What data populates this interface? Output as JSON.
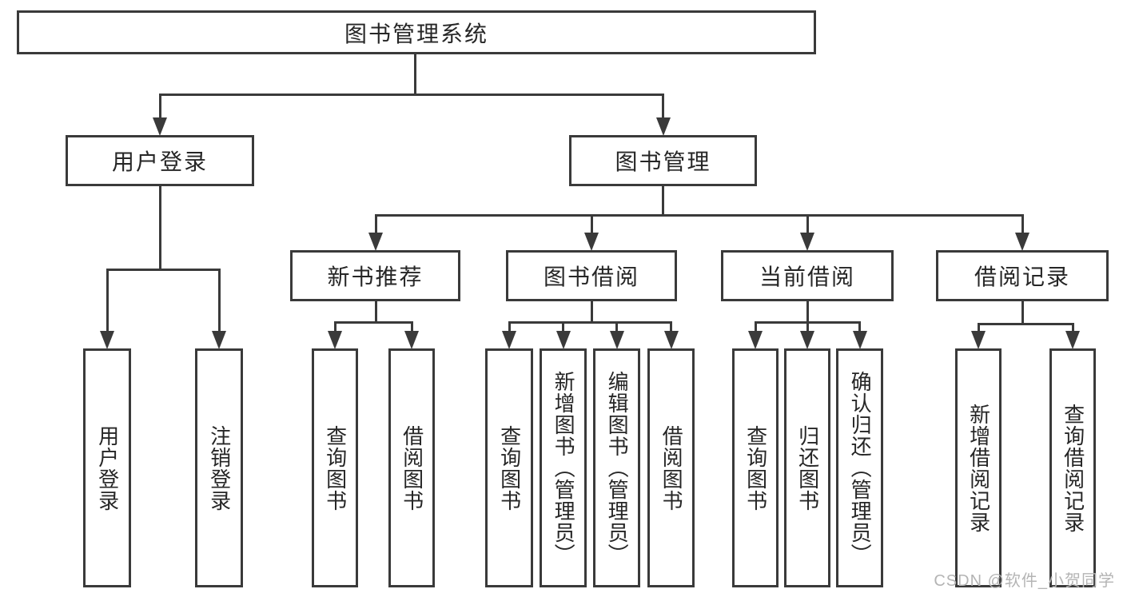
{
  "palette": {
    "line": "#3a3a3a",
    "text": "#262626",
    "background": "#ffffff",
    "watermark_color": "#b4b4b4"
  },
  "watermark": {
    "text": "CSDN @软件_小贺同学"
  },
  "tree": {
    "root": "图书管理系统",
    "user_login": {
      "label": "用户登录",
      "children": [
        "用户登录",
        "注销登录"
      ]
    },
    "book_management": {
      "label": "图书管理",
      "sections": {
        "new_books": {
          "label": "新书推荐",
          "children": [
            "查询图书",
            "借阅图书"
          ]
        },
        "borrow": {
          "label": "图书借阅",
          "children": [
            "查询图书",
            "新增图书（管理员）",
            "编辑图书（管理员）",
            "借阅图书"
          ]
        },
        "current": {
          "label": "当前借阅",
          "children": [
            "查询图书",
            "归还图书",
            "确认归还（管理员）"
          ]
        },
        "records": {
          "label": "借阅记录",
          "children": [
            "新增借阅记录",
            "查询借阅记录"
          ]
        }
      }
    }
  }
}
